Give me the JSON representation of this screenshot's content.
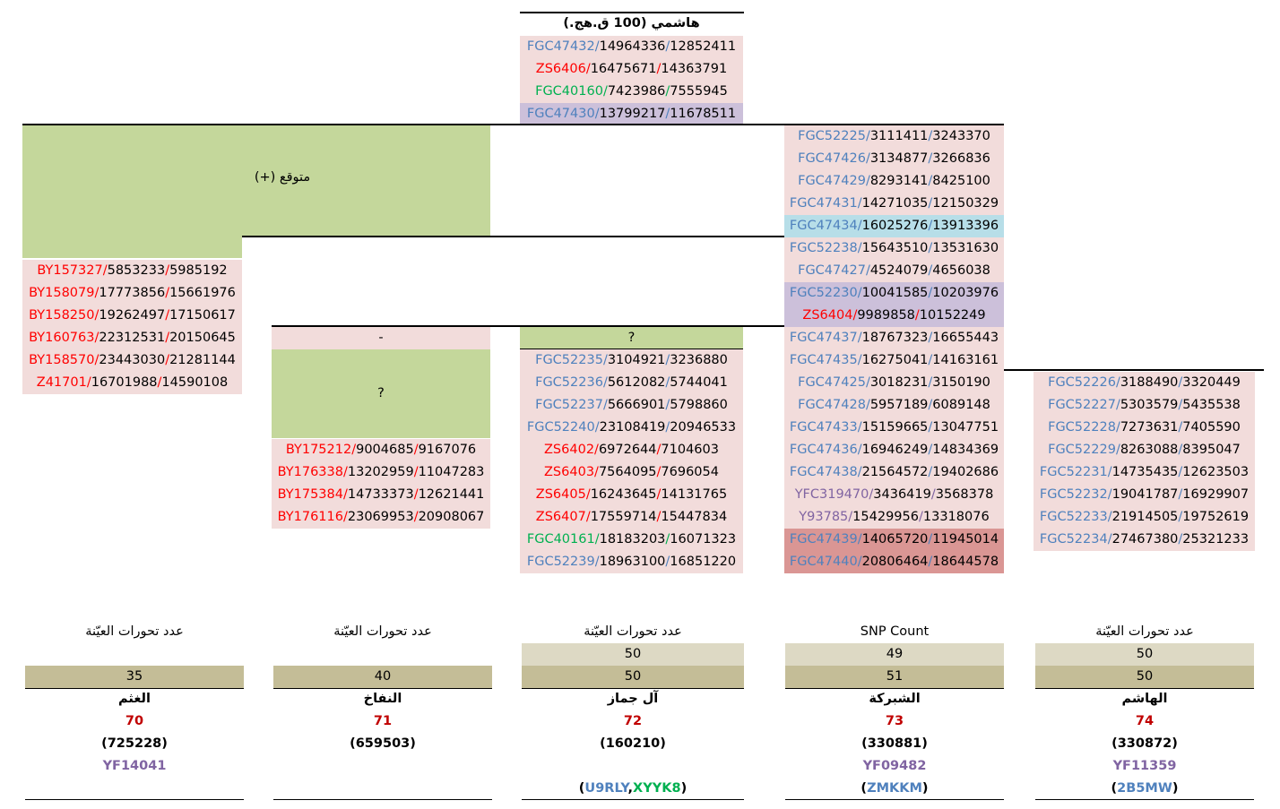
{
  "header": {
    "title": "هاشمي (100 ق.هج.)"
  },
  "colors": {
    "blue": "#4f81bd",
    "red": "#ff0000",
    "green": "#00b050",
    "purple": "#8064a2",
    "dark_red": "#c00000"
  },
  "top_group": [
    {
      "name": "FGC47432",
      "c": "blue",
      "pos": "14964336",
      "pos2": "12852411",
      "bg": "pink"
    },
    {
      "name": "ZS6406",
      "c": "red",
      "pos": "16475671",
      "pos2": "14363791",
      "bg": "pink"
    },
    {
      "name": "FGC40160",
      "c": "green",
      "pos": "7423986",
      "pos2": "7555945",
      "bg": "pink"
    },
    {
      "name": "FGC47430",
      "c": "blue",
      "pos": "13799217",
      "pos2": "11678511",
      "bg": "lav"
    }
  ],
  "expected_block": {
    "label": "متوقع (+)"
  },
  "col1": [
    {
      "name": "BY157327",
      "c": "red",
      "pos": "5853233",
      "pos2": "5985192"
    },
    {
      "name": "BY158079",
      "c": "red",
      "pos": "17773856",
      "pos2": "15661976"
    },
    {
      "name": "BY158250",
      "c": "red",
      "pos": "19262497",
      "pos2": "17150617"
    },
    {
      "name": "BY160763",
      "c": "red",
      "pos": "22312531",
      "pos2": "20150645"
    },
    {
      "name": "BY158570",
      "c": "red",
      "pos": "23443030",
      "pos2": "21281144"
    },
    {
      "name": "Z41701",
      "c": "red",
      "pos": "16701988",
      "pos2": "14590108"
    }
  ],
  "col2": {
    "dash_label": "-",
    "question_label": "?",
    "rows": [
      {
        "name": "BY175212",
        "c": "red",
        "pos": "9004685",
        "pos2": "9167076"
      },
      {
        "name": "BY176338",
        "c": "red",
        "pos": "13202959",
        "pos2": "11047283"
      },
      {
        "name": "BY175384",
        "c": "red",
        "pos": "14733373",
        "pos2": "12621441"
      },
      {
        "name": "BY176116",
        "c": "red",
        "pos": "23069953",
        "pos2": "20908067"
      }
    ]
  },
  "col3": {
    "question_label": "?",
    "rows_a": [
      {
        "name": "FGC52235",
        "c": "blue",
        "pos": "3104921",
        "pos2": "3236880"
      },
      {
        "name": "FGC52236",
        "c": "blue",
        "pos": "5612082",
        "pos2": "5744041"
      },
      {
        "name": "FGC52237",
        "c": "blue",
        "pos": "5666901",
        "pos2": "5798860"
      },
      {
        "name": "FGC52240",
        "c": "blue",
        "pos": "23108419",
        "pos2": "20946533"
      }
    ],
    "rows_b": [
      {
        "name": "ZS6402",
        "c": "red",
        "pos": "6972644",
        "pos2": "7104603"
      },
      {
        "name": "ZS6403",
        "c": "red",
        "pos": "7564095",
        "pos2": "7696054"
      },
      {
        "name": "ZS6405",
        "c": "red",
        "pos": "16243645",
        "pos2": "14131765"
      },
      {
        "name": "ZS6407",
        "c": "red",
        "pos": "17559714",
        "pos2": "15447834"
      },
      {
        "name": "FGC40161",
        "c": "green",
        "pos": "18183203",
        "pos2": "16071323"
      },
      {
        "name": "FGC52239",
        "c": "blue",
        "pos": "18963100",
        "pos2": "16851220"
      }
    ]
  },
  "col4": {
    "rows_a": [
      {
        "name": "FGC52225",
        "c": "blue",
        "pos": "3111411",
        "pos2": "3243370",
        "bg": "pink"
      },
      {
        "name": "FGC47426",
        "c": "blue",
        "pos": "3134877",
        "pos2": "3266836",
        "bg": "pink"
      },
      {
        "name": "FGC47429",
        "c": "blue",
        "pos": "8293141",
        "pos2": "8425100",
        "bg": "pink"
      },
      {
        "name": "FGC47431",
        "c": "blue",
        "pos": "14271035",
        "pos2": "12150329",
        "bg": "pink"
      },
      {
        "name": "FGC47434",
        "c": "blue",
        "pos": "16025276",
        "pos2": "13913396",
        "bg": "blue"
      }
    ],
    "rows_b": [
      {
        "name": "FGC52238",
        "c": "blue",
        "pos": "15643510",
        "pos2": "13531630",
        "bg": "pink"
      },
      {
        "name": "FGC47427",
        "c": "blue",
        "pos": "4524079",
        "pos2": "4656038",
        "bg": "pink"
      },
      {
        "name": "FGC52230",
        "c": "blue",
        "pos": "10041585",
        "pos2": "10203976",
        "bg": "lav"
      },
      {
        "name": "ZS6404",
        "c": "red",
        "pos": "9989858",
        "pos2": "10152249",
        "bg": "lav"
      }
    ],
    "row_c": {
      "name": "FGC47437",
      "c": "blue",
      "pos": "18767323",
      "pos2": "16655443",
      "bg": "pink"
    },
    "row_d": {
      "name": "FGC47435",
      "c": "blue",
      "pos": "16275041",
      "pos2": "14163161",
      "bg": "pink"
    },
    "rows_e": [
      {
        "name": "FGC47425",
        "c": "blue",
        "pos": "3018231",
        "pos2": "3150190",
        "bg": "pink"
      },
      {
        "name": "FGC47428",
        "c": "blue",
        "pos": "5957189",
        "pos2": "6089148",
        "bg": "pink"
      },
      {
        "name": "FGC47433",
        "c": "blue",
        "pos": "15159665",
        "pos2": "13047751",
        "bg": "pink"
      },
      {
        "name": "FGC47436",
        "c": "blue",
        "pos": "16946249",
        "pos2": "14834369",
        "bg": "pink"
      },
      {
        "name": "FGC47438",
        "c": "blue",
        "pos": "21564572",
        "pos2": "19402686",
        "bg": "pink"
      },
      {
        "name": "YFC319470",
        "c": "purple",
        "pos": "3436419",
        "pos2": "3568378",
        "bg": "pink"
      },
      {
        "name": "Y93785",
        "c": "purple",
        "pos": "15429956",
        "pos2": "13318076",
        "bg": "pink"
      },
      {
        "name": "FGC47439",
        "c": "blue",
        "pos": "14065720",
        "pos2": "11945014",
        "bg": "rose"
      },
      {
        "name": "FGC47440",
        "c": "blue",
        "pos": "20806464",
        "pos2": "18644578",
        "bg": "rose"
      }
    ]
  },
  "col5": [
    {
      "name": "FGC52226",
      "c": "blue",
      "pos": "3188490",
      "pos2": "3320449"
    },
    {
      "name": "FGC52227",
      "c": "blue",
      "pos": "5303579",
      "pos2": "5435538"
    },
    {
      "name": "FGC52228",
      "c": "blue",
      "pos": "7273631",
      "pos2": "7405590"
    },
    {
      "name": "FGC52229",
      "c": "blue",
      "pos": "8263088",
      "pos2": "8395047"
    },
    {
      "name": "FGC52231",
      "c": "blue",
      "pos": "14735435",
      "pos2": "12623503"
    },
    {
      "name": "FGC52232",
      "c": "blue",
      "pos": "19041787",
      "pos2": "16929907"
    },
    {
      "name": "FGC52233",
      "c": "blue",
      "pos": "21914505",
      "pos2": "19752619"
    },
    {
      "name": "FGC52234",
      "c": "blue",
      "pos": "27467380",
      "pos2": "25321233"
    }
  ],
  "summary": [
    {
      "heading": "عدد تحورات العيّنة",
      "count_top": "",
      "count": "35",
      "family": "الغثم",
      "number": "70",
      "kit": "(725228)",
      "haplo": "YF14041",
      "tags": []
    },
    {
      "heading": "عدد تحورات العيّنة",
      "count_top": "",
      "count": "40",
      "family": "النفاخ",
      "number": "71",
      "kit": "(659503)",
      "haplo": "",
      "tags": []
    },
    {
      "heading": "عدد تحورات العيّنة",
      "count_top": "50",
      "count": "50",
      "family": "آل جماز",
      "number": "72",
      "kit": "(160210)",
      "haplo": "",
      "tags": [
        {
          "t": "(",
          "c": "dk"
        },
        {
          "t": "U9RLY",
          "c": "steel"
        },
        {
          "t": ",",
          "c": "dk"
        },
        {
          "t": "XYYK8",
          "c": "g2"
        },
        {
          "t": ")",
          "c": "dk"
        }
      ]
    },
    {
      "heading": "SNP Count",
      "count_top": "49",
      "count": "51",
      "family": "الشبركة",
      "number": "73",
      "kit": "(330881)",
      "haplo": "YF09482",
      "tags": [
        {
          "t": "(",
          "c": "dk"
        },
        {
          "t": "ZMKKM",
          "c": "steel"
        },
        {
          "t": ")",
          "c": "dk"
        }
      ]
    },
    {
      "heading": "عدد تحورات العيّنة",
      "count_top": "50",
      "count": "50",
      "family": "الهاشم",
      "number": "74",
      "kit": "(330872)",
      "haplo": "YF11359",
      "tags": [
        {
          "t": "(",
          "c": "dk"
        },
        {
          "t": "2B5MW",
          "c": "steel"
        },
        {
          "t": ")",
          "c": "dk"
        }
      ]
    }
  ]
}
